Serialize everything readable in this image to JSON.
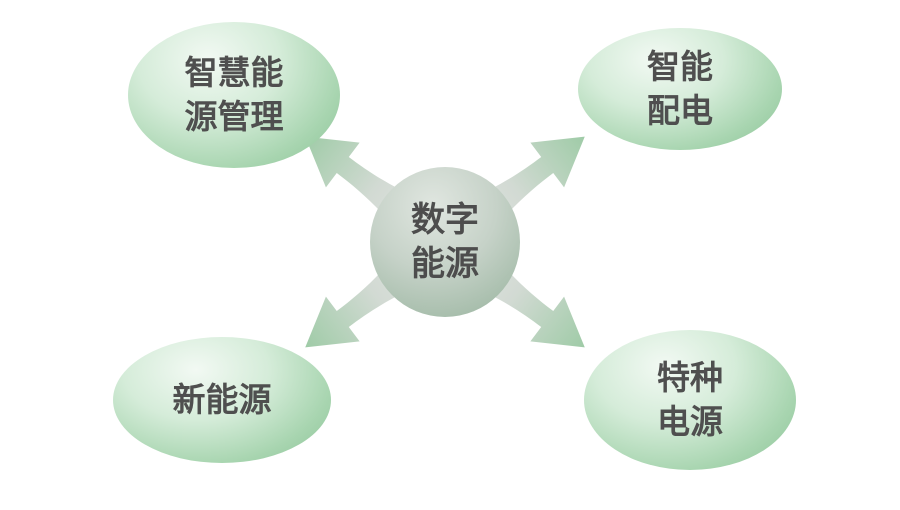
{
  "diagram": {
    "center": {
      "line1": "数字",
      "line2": "能源"
    },
    "nodes": [
      {
        "id": "smart-energy-management",
        "line1": "智慧能",
        "line2": "源管理"
      },
      {
        "id": "intelligent-power-distribution",
        "line1": "智能",
        "line2": "配电"
      },
      {
        "id": "new-energy",
        "line1": "新能源",
        "line2": ""
      },
      {
        "id": "special-power-supply",
        "line1": "特种",
        "line2": "电源"
      }
    ],
    "colors": {
      "ellipse_green": "#8ac295",
      "ellipse_highlight": "#f2f9f3",
      "center_gray_green": "#a3bba8",
      "arrow_silver": "#e3e3e3",
      "arrow_green": "#9fcba7",
      "text": "#4f4f4f",
      "background": "#ffffff"
    }
  }
}
